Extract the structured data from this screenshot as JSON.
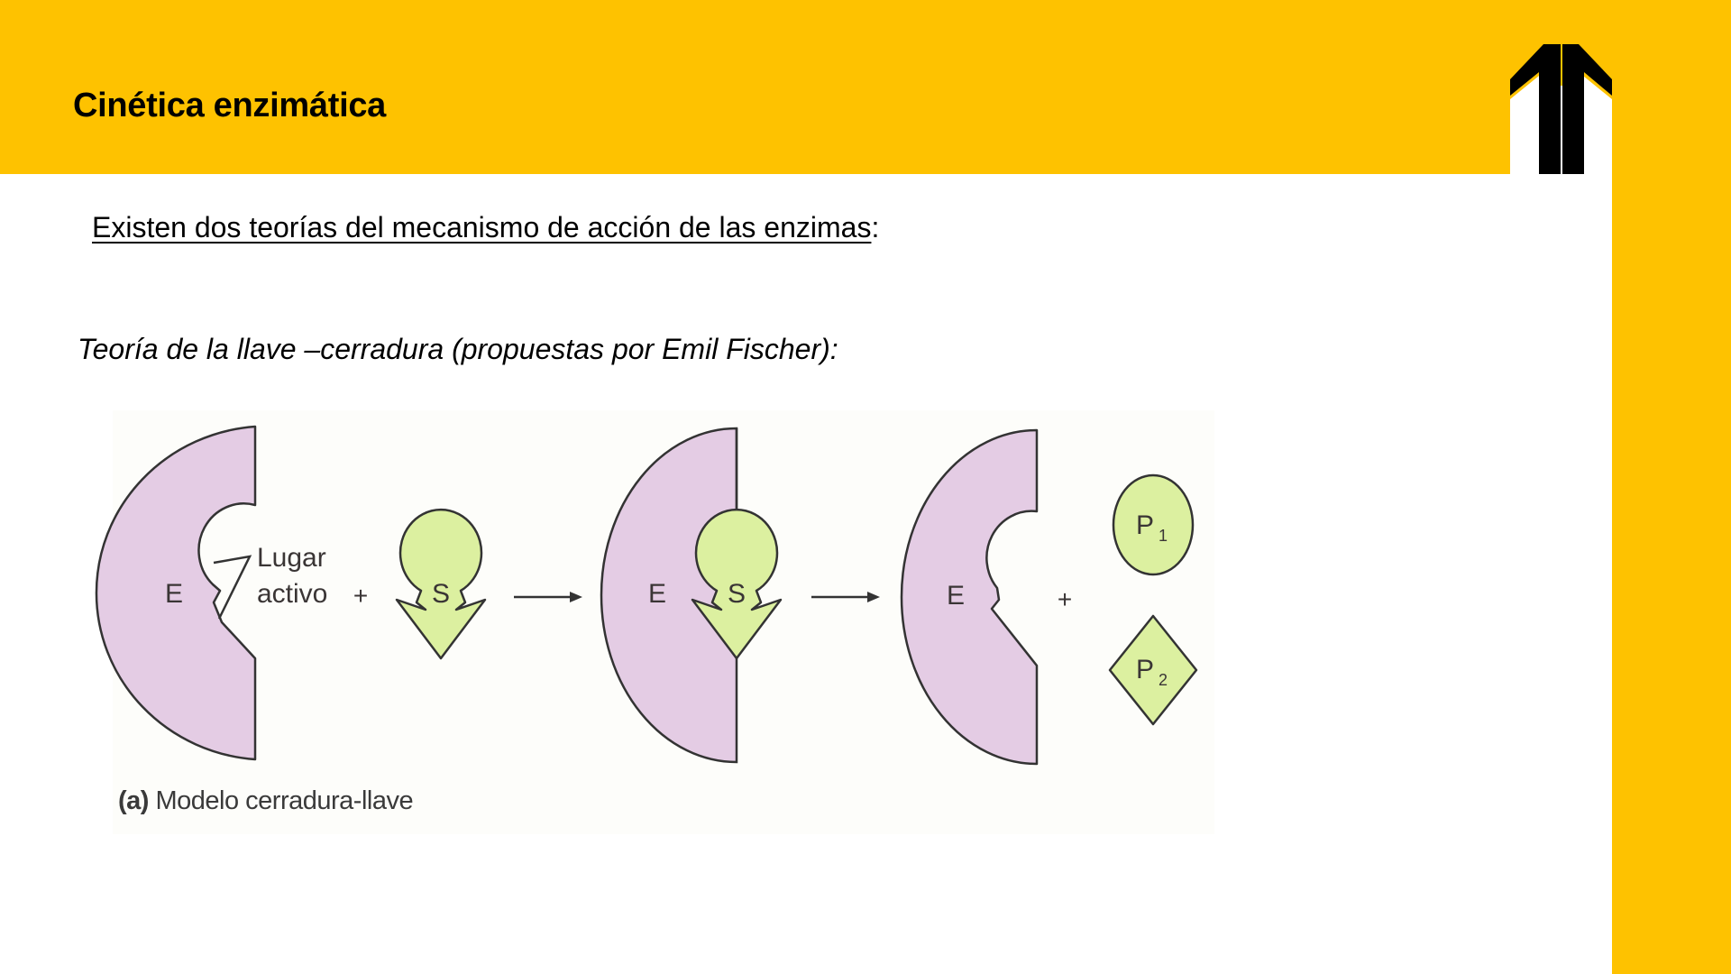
{
  "slide": {
    "title": "Cinética enzimática",
    "intro_text": "Existen dos teorías del mecanismo de acción de las enzimas",
    "intro_suffix": ":",
    "theory_heading": "Teoría de la llave –cerradura (propuestas por Emil Fischer):"
  },
  "logo": {
    "icon": "twin-arrow-logo-icon"
  },
  "diagram": {
    "caption_tag": "(a)",
    "caption_text": " Modelo cerradura-llave",
    "enzyme_label": "E",
    "substrate_label": "S",
    "active_site_label_line1": "Lugar",
    "active_site_label_line2": "activo",
    "plus_sign": "+",
    "product1_label": "P",
    "product1_sub": "1",
    "product2_label": "P",
    "product2_sub": "2"
  },
  "colors": {
    "brand_yellow": "#FEC200",
    "enzyme_fill": "#E4CCE4",
    "substrate_fill": "#DCF0A0",
    "outline": "#333333",
    "text": "#000000"
  }
}
